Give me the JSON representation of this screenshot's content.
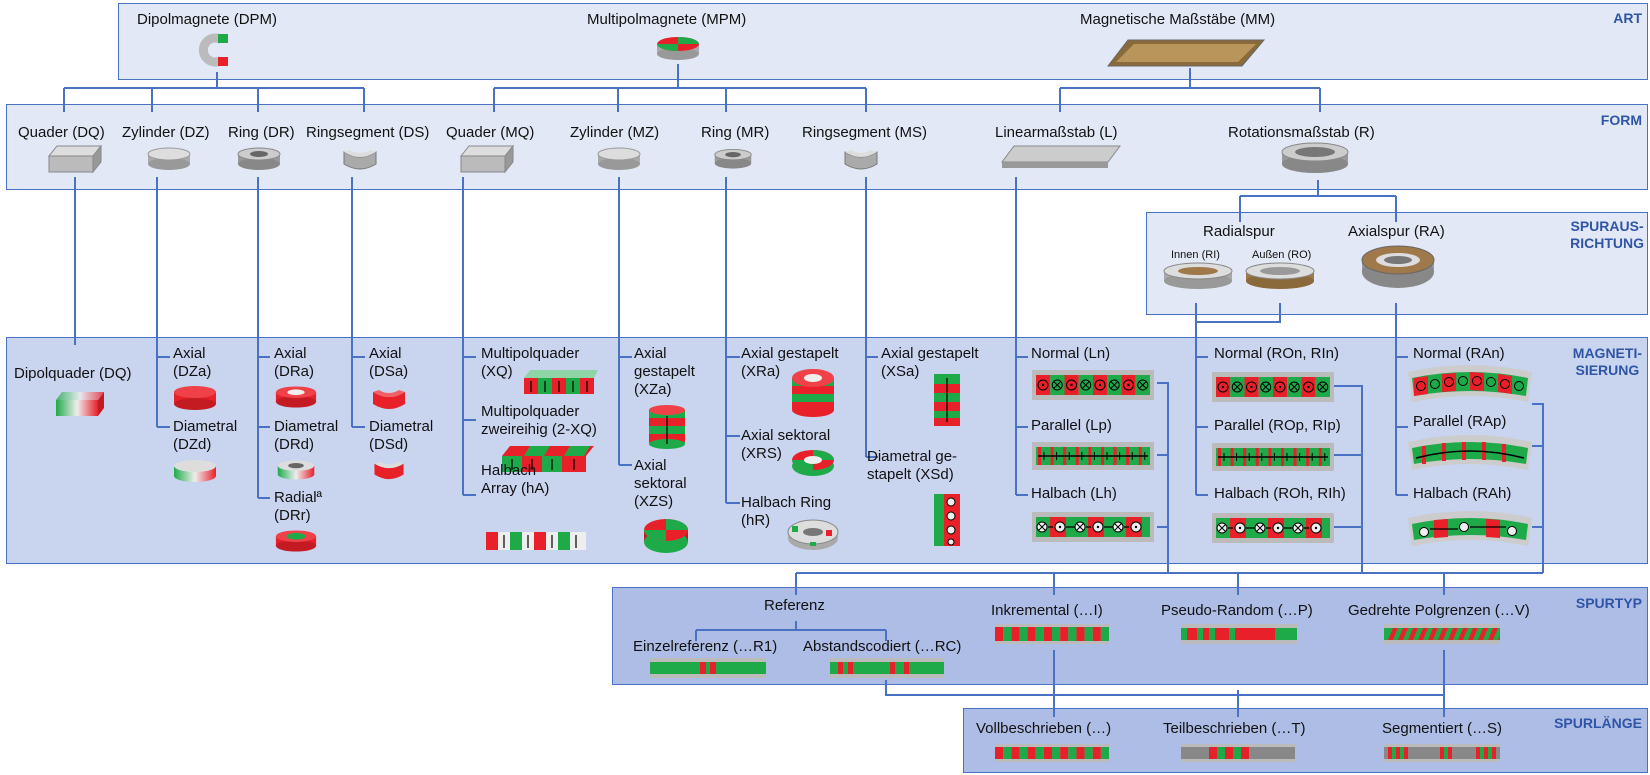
{
  "sections": {
    "art": "ART",
    "form": "FORM",
    "spur1": "SPURAUS-",
    "spur2": "RICHTUNG",
    "mag1": "MAGNETI-",
    "mag2": "SIERUNG",
    "spurtyp": "SPURTYP",
    "spurlaenge": "SPURLÄNGE"
  },
  "art": {
    "dpm": "Dipolmagnete (DPM)",
    "mpm": "Multipolmagnete (MPM)",
    "mm": "Magnetische Maßstäbe (MM)"
  },
  "form": {
    "dq": "Quader (DQ)",
    "dz": "Zylinder (DZ)",
    "dr": "Ring (DR)",
    "ds": "Ringsegment (DS)",
    "mq": "Quader (MQ)",
    "mz": "Zylinder (MZ)",
    "mr": "Ring (MR)",
    "ms": "Ringsegment (MS)",
    "l": "Linearmaßstab (L)",
    "r": "Rotationsmaßstab (R)"
  },
  "spur": {
    "radial": "Radialspur",
    "innen": "Innen (RI)",
    "aussen": "Außen (RO)",
    "axial": "Axialspur (RA)"
  },
  "mag": {
    "dipolquader": "Dipolquader (DQ)",
    "dza1": "Axial",
    "dza2": "(DZa)",
    "dzd1": "Diametral",
    "dzd2": "(DZd)",
    "dra1": "Axial",
    "dra2": "(DRa)",
    "drd1": "Diametral",
    "drd2": "(DRd)",
    "drr1": "Radialª",
    "drr2": "(DRr)",
    "dsa1": "Axial",
    "dsa2": "(DSa)",
    "dsd1": "Diametral",
    "dsd2": "(DSd)",
    "xq1": "Multipolquader",
    "xq2": "(XQ)",
    "xq2r1": "Multipolquader",
    "xq2r2": "zweireihig (2-XQ)",
    "ha1": "Halbach",
    "ha2": "Array (hA)",
    "xza1": "Axial",
    "xza2": "gestapelt",
    "xza3": "(XZa)",
    "xzs1": "Axial",
    "xzs2": "sektoral",
    "xzs3": "(XZS)",
    "xra1": "Axial gestapelt",
    "xra2": "(XRa)",
    "xrs1": "Axial sektoral",
    "xrs2": "(XRS)",
    "hr1": "Halbach Ring",
    "hr2": "(hR)",
    "xsa1": "Axial gestapelt",
    "xsa2": "(XSa)",
    "xsd1": "Diametral ge-",
    "xsd2": "stapelt (XSd)",
    "ln": "Normal (Ln)",
    "lp": "Parallel (Lp)",
    "lh": "Halbach (Lh)",
    "ron": "Normal (ROn, RIn)",
    "rop": "Parallel (ROp, RIp)",
    "roh": "Halbach (ROh, RIh)",
    "ran": "Normal (RAn)",
    "rap": "Parallel (RAp)",
    "rah": "Halbach (RAh)"
  },
  "spurtyp": {
    "referenz": "Referenz",
    "einzel": "Einzelreferenz (…R1)",
    "abstand": "Abstandscodiert (…RC)",
    "inkrementel": "Inkremental (…I)",
    "pseudo": "Pseudo-Random (…P)",
    "gedreht": "Gedrehte Polgrenzen (…V)"
  },
  "spurlaenge": {
    "voll": "Vollbeschrieben (…)",
    "teil": "Teilbeschrieben (…T)",
    "segm": "Segmentiert (…S)"
  },
  "colors": {
    "red": "#e8202a",
    "green": "#1faa4a",
    "line": "#4a72c4"
  }
}
